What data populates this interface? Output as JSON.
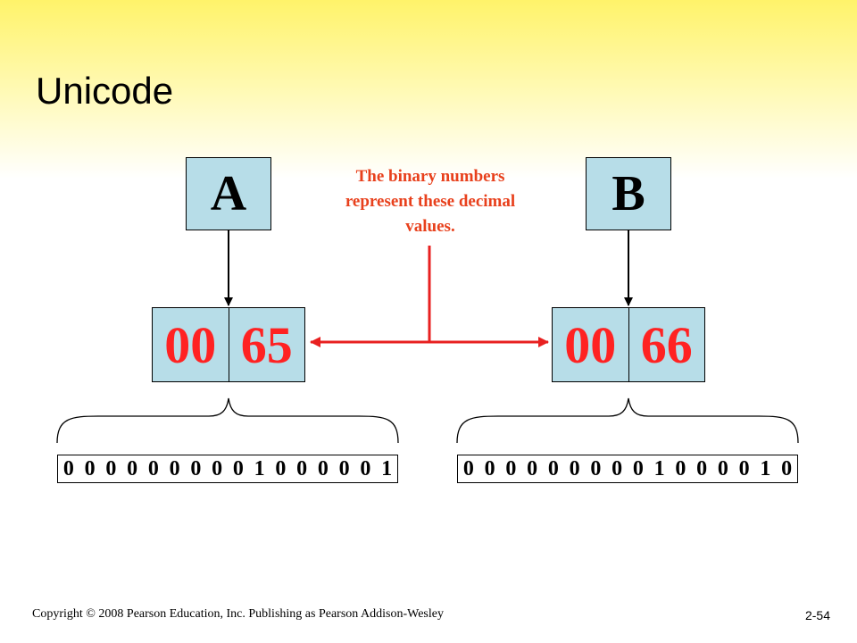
{
  "slide": {
    "title": "Unicode",
    "note": "The binary numbers represent these decimal values.",
    "characters": [
      {
        "letter": "A",
        "high": "00",
        "low": "65",
        "bits": [
          "0",
          "0",
          "0",
          "0",
          "0",
          "0",
          "0",
          "0",
          "0",
          "1",
          "0",
          "0",
          "0",
          "0",
          "0",
          "1"
        ]
      },
      {
        "letter": "B",
        "high": "00",
        "low": "66",
        "bits": [
          "0",
          "0",
          "0",
          "0",
          "0",
          "0",
          "0",
          "0",
          "0",
          "1",
          "0",
          "0",
          "0",
          "0",
          "1",
          "0"
        ]
      }
    ],
    "copyright": "Copyright © 2008 Pearson Education, Inc. Publishing as Pearson Addison-Wesley",
    "page_number": "2-54"
  },
  "colors": {
    "box_fill": "#b7dde8",
    "code_text": "#ff2222",
    "note_text": "#e8401c",
    "arrow_red": "#e82020",
    "header_yellow": "#fff36a"
  }
}
